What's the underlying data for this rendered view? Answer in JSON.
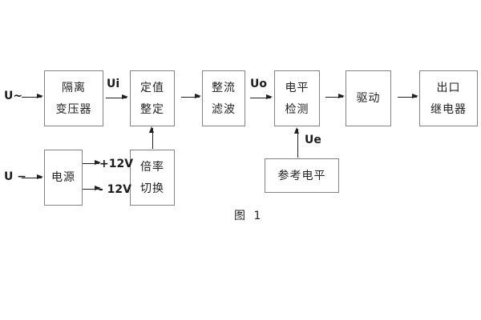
{
  "figure": {
    "caption": "图 1",
    "type": "block-diagram",
    "colors": {
      "background": "#ffffff",
      "box_border": "#828282",
      "text": "#222222",
      "connector": "#222222"
    },
    "inputs": {
      "ac_label": "U~",
      "dc_label": "U −"
    },
    "signal_labels": {
      "ui": "Ui",
      "uo": "Uo",
      "ue": "Ue",
      "plus12": "+12V",
      "minus12": "- 12V"
    },
    "blocks": {
      "isolation_transformer": {
        "line1": "隔离",
        "line2": "变压器"
      },
      "setpoint_adjust": {
        "line1": "定值",
        "line2": "整定"
      },
      "rectifier_filter": {
        "line1": "整流",
        "line2": "滤波"
      },
      "level_detect": {
        "line1": "电平",
        "line2": "检测"
      },
      "driver": {
        "line1": "驱动"
      },
      "output_relay": {
        "line1": "出口",
        "line2": "继电器"
      },
      "power_supply": {
        "line1": "电源"
      },
      "ratio_switch": {
        "line1": "倍率",
        "line2": "切换"
      },
      "reference_level": {
        "line1": "参考电平"
      }
    }
  }
}
